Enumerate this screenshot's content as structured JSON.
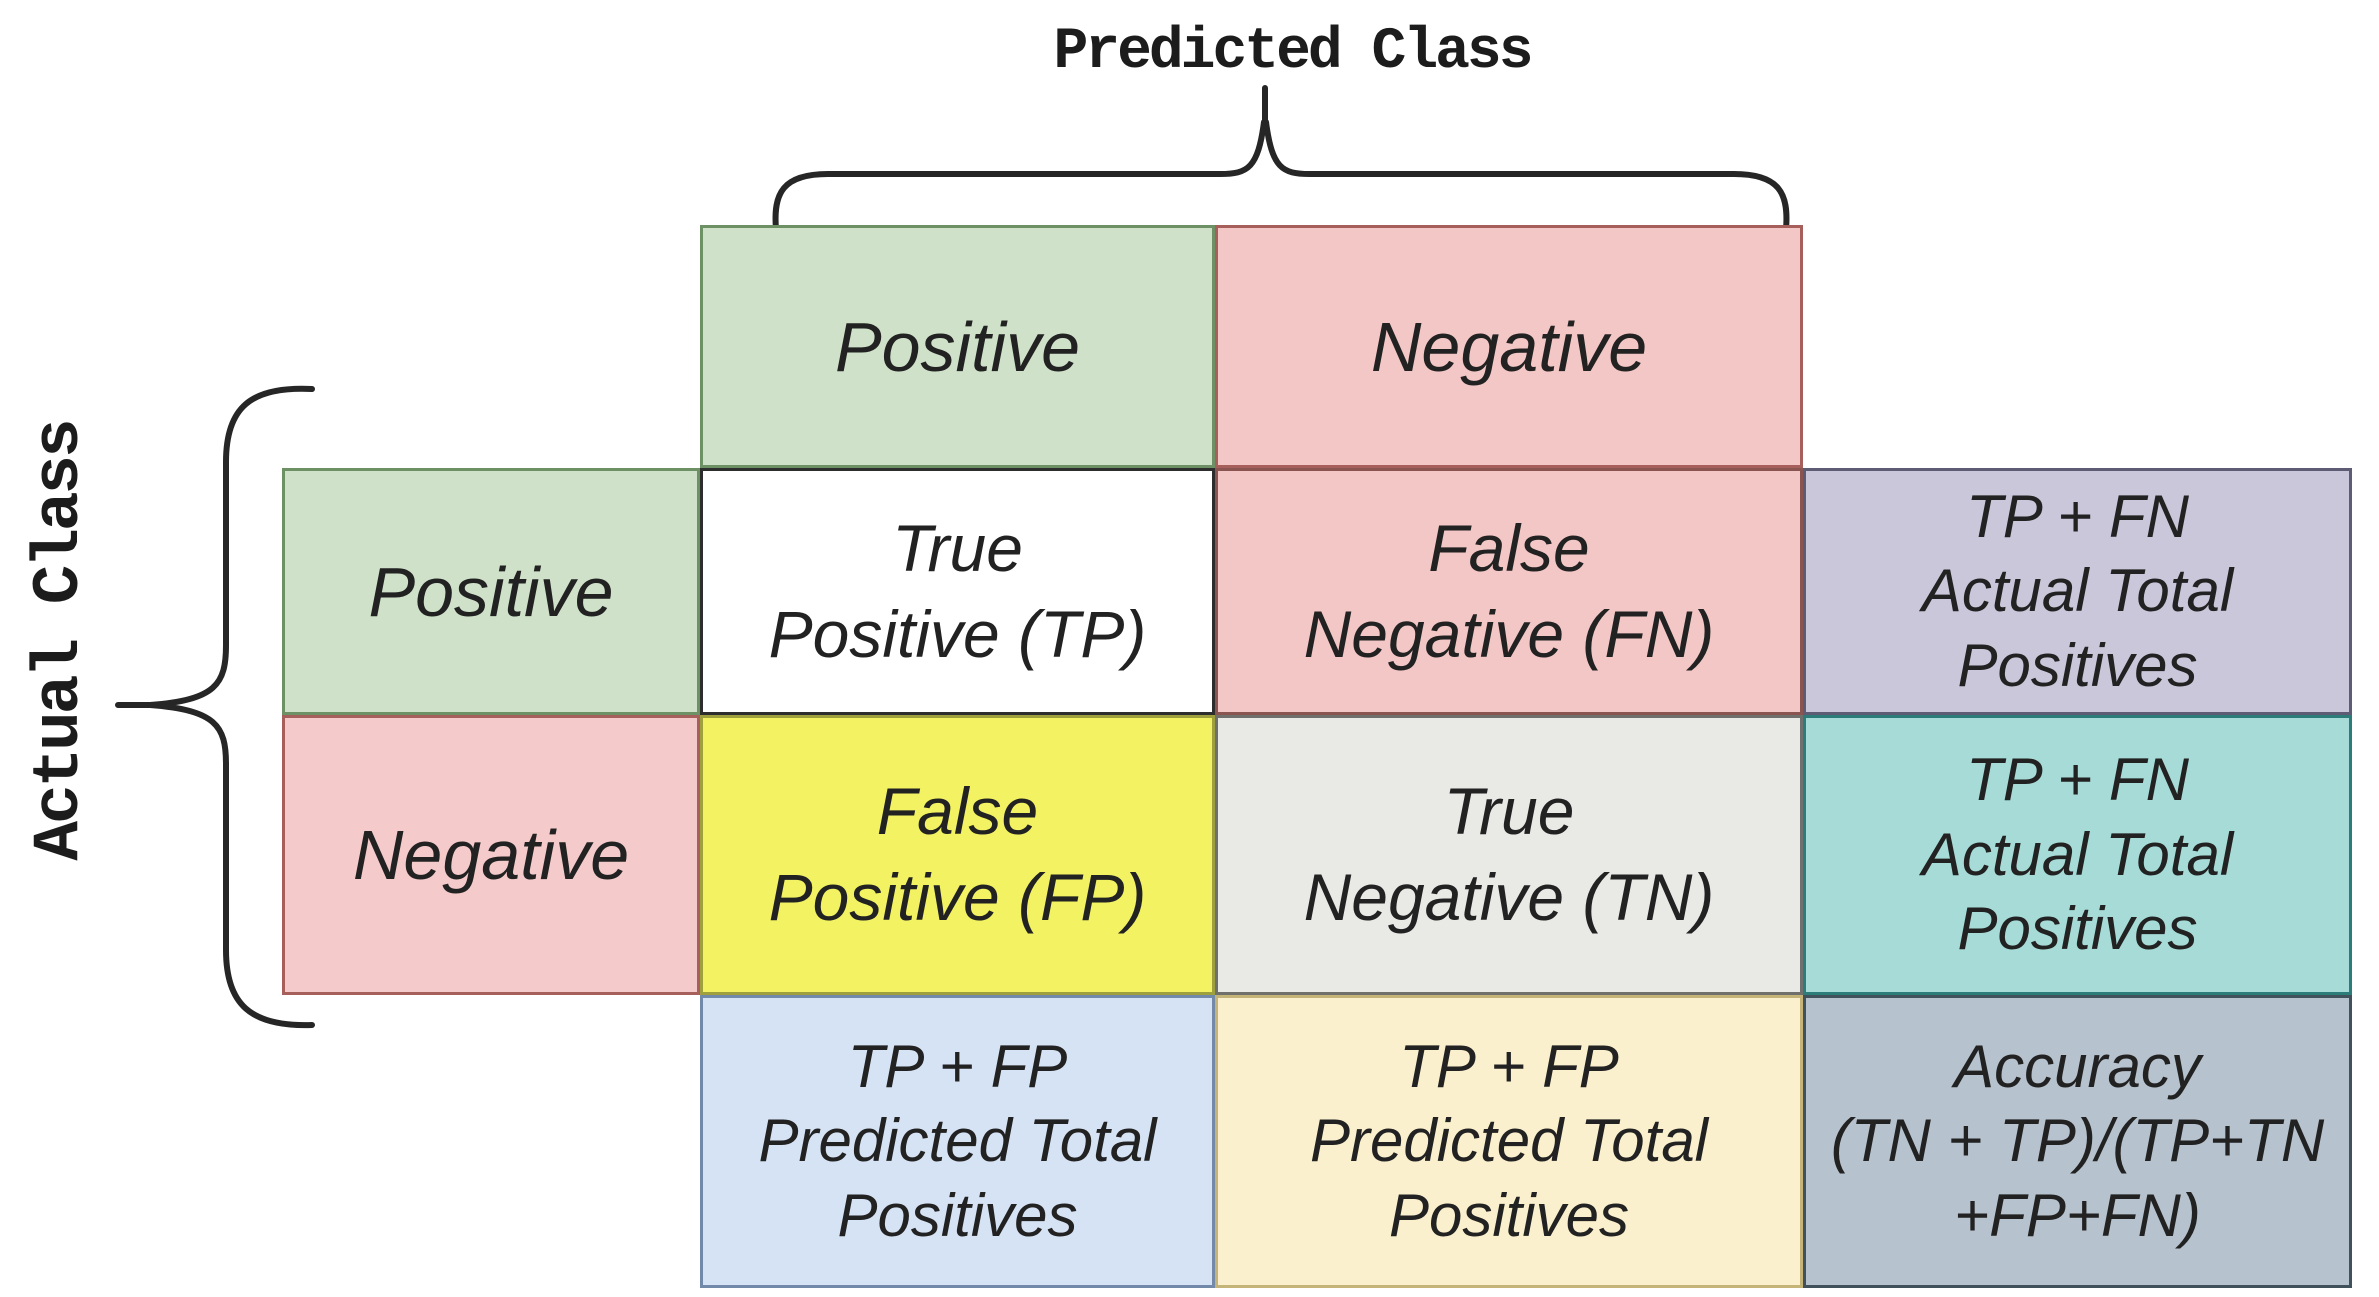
{
  "titles": {
    "predicted": "Predicted Class",
    "actual": "Actual Class"
  },
  "cells": {
    "pred-positive-header": {
      "lines": [
        "Positive"
      ],
      "fill": "#cfe2c9",
      "border": "#6d9165"
    },
    "pred-negative-header": {
      "lines": [
        "Negative"
      ],
      "fill": "#f3c7c5",
      "border": "#a75f5b"
    },
    "actual-positive-header": {
      "lines": [
        "Positive"
      ],
      "fill": "#cfe2c9",
      "border": "#6d9165"
    },
    "actual-negative-header": {
      "lines": [
        "Negative"
      ],
      "fill": "#f5caca",
      "border": "#a75f5b"
    },
    "true-positive": {
      "lines": [
        "True",
        "Positive (TP)"
      ],
      "fill": "#ffffff",
      "border": "#2d2d2d"
    },
    "false-negative": {
      "lines": [
        "False",
        "Negative (FN)"
      ],
      "fill": "#f3c7c5",
      "border": "#8a5550"
    },
    "false-positive": {
      "lines": [
        "False",
        "Positive (FP)"
      ],
      "fill": "#f2f262",
      "border": "#9da03d"
    },
    "true-negative": {
      "lines": [
        "True",
        "Negative (TN)"
      ],
      "fill": "#e9e9e6",
      "border": "#6f6f6c"
    },
    "actual-total-positives-1": {
      "lines": [
        "TP + FN",
        "Actual Total",
        "Positives"
      ],
      "fill": "#cbc7db",
      "border": "#5e5b75"
    },
    "actual-total-positives-2": {
      "lines": [
        "TP + FN",
        "Actual Total",
        "Positives"
      ],
      "fill": "#a6dbd7",
      "border": "#2c7d79"
    },
    "predicted-total-positives-1": {
      "lines": [
        "TP + FP",
        "Predicted Total",
        "Positives"
      ],
      "fill": "#d6e3f4",
      "border": "#7289a9"
    },
    "predicted-total-positives-2": {
      "lines": [
        "TP + FP",
        "Predicted Total",
        "Positives"
      ],
      "fill": "#fbf0cd",
      "border": "#c4b478"
    },
    "accuracy": {
      "lines": [
        "Accuracy",
        "(TN + TP)/(TP+TN",
        "+FP+FN)"
      ],
      "fill": "#b6c2cd",
      "border": "#41515b"
    }
  },
  "colors": {
    "background": "#ffffff",
    "brace": "#262626",
    "text": "#222222"
  }
}
